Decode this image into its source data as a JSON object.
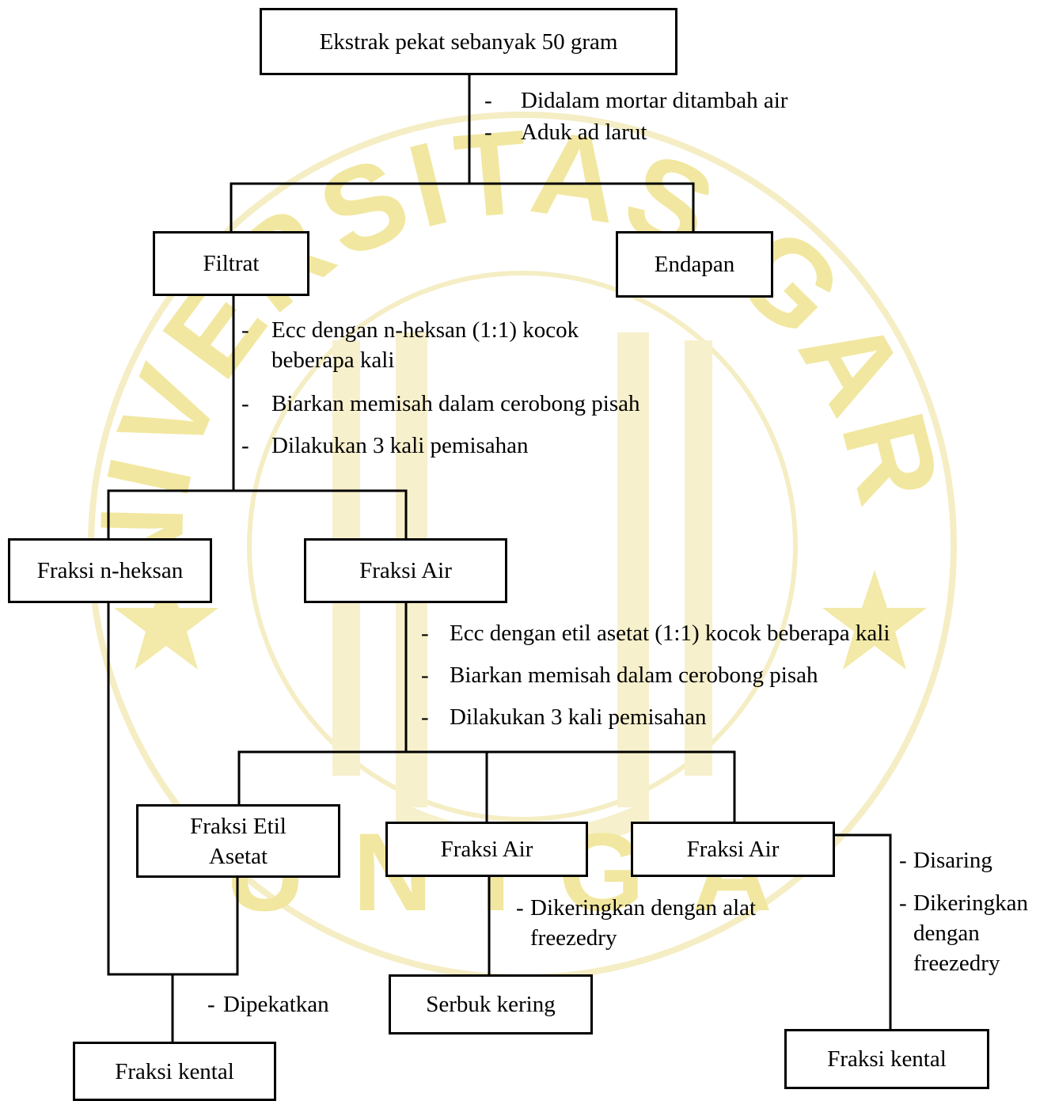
{
  "watermark": {
    "arc_text": "UNIVERSITAS GARUT",
    "bottom_text": "UNIGA",
    "color": "#F2E7A0",
    "inner_color": "#F6EFC0"
  },
  "boxes": {
    "start": "Ekstrak pekat sebanyak 50 gram",
    "filtrat": "Filtrat",
    "endapan": "Endapan",
    "fraksi_nheksan": "Fraksi n-heksan",
    "fraksi_air_1": "Fraksi Air",
    "fraksi_etil_asetat": "Fraksi Etil Asetat",
    "fraksi_air_2": "Fraksi Air",
    "fraksi_air_3": "Fraksi Air",
    "serbuk_kering": "Serbuk kering",
    "fraksi_kental_1": "Fraksi kental",
    "fraksi_kental_2": "Fraksi kental"
  },
  "steps": {
    "step1": [
      "Didalam mortar ditambah air",
      "Aduk ad larut"
    ],
    "step2": [
      "Ecc dengan n-heksan (1:1) kocok beberapa kali",
      "Biarkan memisah dalam cerobong pisah",
      "Dilakukan 3 kali pemisahan"
    ],
    "step3": [
      "Ecc dengan etil asetat (1:1) kocok beberapa kali",
      "Biarkan memisah dalam cerobong pisah",
      "Dilakukan 3 kali pemisahan"
    ],
    "step4": "Dipekatkan",
    "step5": "Dikeringkan dengan alat freezedry",
    "step6": [
      "Disaring",
      "Dikeringkan dengan freezedry"
    ]
  }
}
